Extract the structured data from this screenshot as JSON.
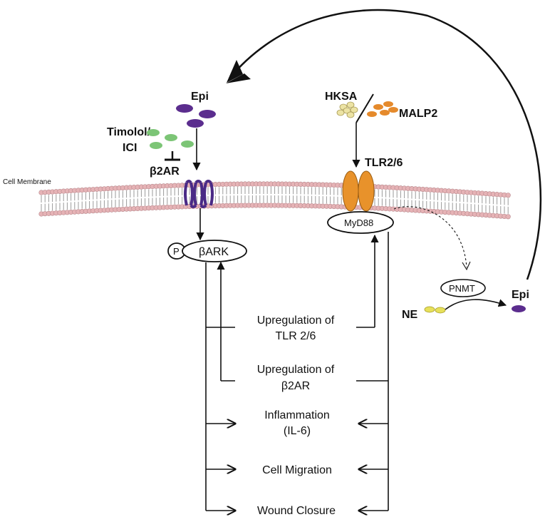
{
  "labels": {
    "epi_top": "Epi",
    "hksa": "HKSA",
    "malp2": "MALP2",
    "timolol": "Timolol/",
    "ici": "ICI",
    "b2ar": "β2AR",
    "tlr": "TLR2/6",
    "cell_membrane": "Cell Membrane",
    "myd88": "MyD88",
    "p": "P",
    "bark": "βARK",
    "pnmt": "PNMT",
    "epi_right": "Epi",
    "ne": "NE"
  },
  "outcomes": {
    "up_tlr_1": "Upregulation of",
    "up_tlr_2": "TLR 2/6",
    "up_b2ar_1": "Upregulation of",
    "up_b2ar_2": "β2AR",
    "inflam_1": "Inflammation",
    "inflam_2": "(IL-6)",
    "migration": "Cell Migration",
    "wound": "Wound Closure"
  },
  "colors": {
    "epi": "#5b2d8e",
    "antagonist": "#7cc576",
    "hksa": "#ece3a4",
    "malp2": "#e58a2c",
    "tlr": "#e8922b",
    "lipid_head": "#e6b3b6",
    "ne": "#e7e05a"
  }
}
